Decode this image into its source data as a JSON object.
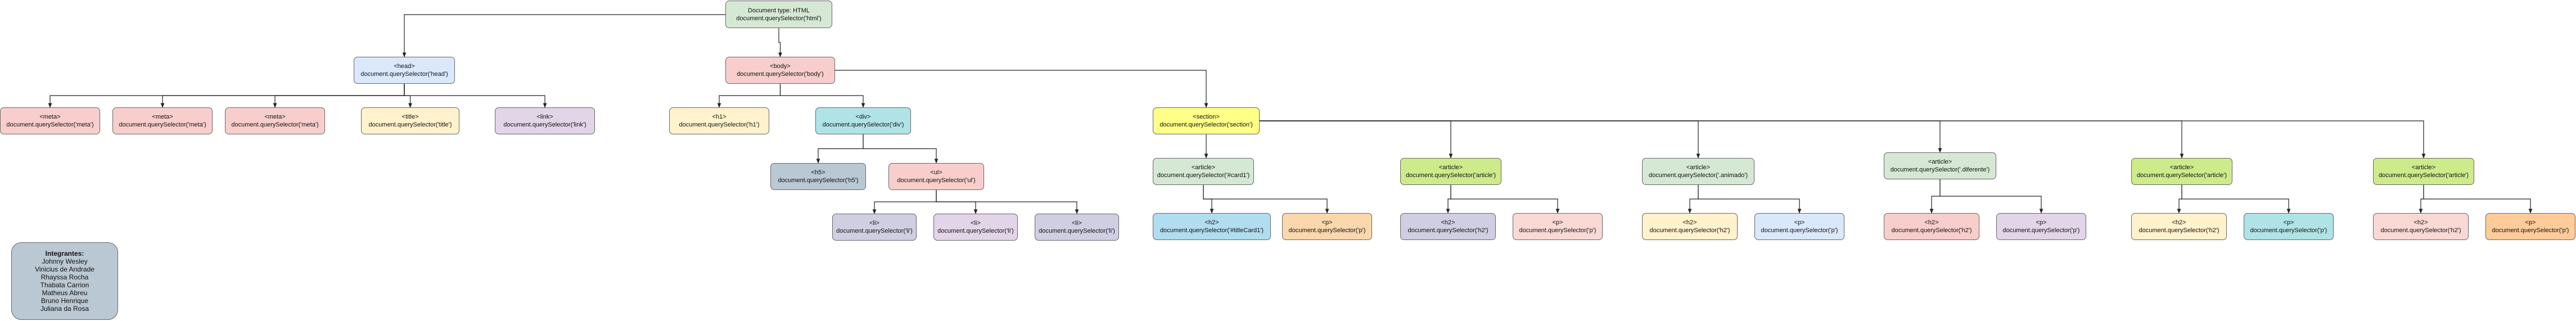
{
  "root": {
    "tag": "Document type: HTML",
    "code": "document.querySelector('html')",
    "color": "#d5e8d4"
  },
  "head": {
    "tag": "<head>",
    "code": "document.querySelector('head')",
    "color": "#dae8fc"
  },
  "body": {
    "tag": "<body>",
    "code": "document.querySelector('body')",
    "color": "#f8cecc"
  },
  "meta1": {
    "tag": "<meta>",
    "code": "document.querySelector('meta')",
    "color": "#f8cecc"
  },
  "meta2": {
    "tag": "<meta>",
    "code": "document.querySelector('meta')",
    "color": "#f8cecc"
  },
  "meta3": {
    "tag": "<meta>",
    "code": "document.querySelector('meta')",
    "color": "#f8cecc"
  },
  "title": {
    "tag": "<title>",
    "code": "document.querySelector('title')",
    "color": "#fff2cc"
  },
  "link": {
    "tag": "<link>",
    "code": "document.querySelector('link')",
    "color": "#e1d5e7"
  },
  "h1": {
    "tag": "<h1>",
    "code": "document.querySelector('h1')",
    "color": "#fff2cc"
  },
  "div": {
    "tag": "<div>",
    "code": "document.querySelector('div')",
    "color": "#b0e3e6"
  },
  "h5": {
    "tag": "<h5>",
    "code": "document.querySelector('h5')",
    "color": "#bac8d3"
  },
  "ul": {
    "tag": "<ul>",
    "code": "document.querySelector('ul')",
    "color": "#f8cecc"
  },
  "li1": {
    "tag": "<li>",
    "code": "document.querySelector('li')",
    "color": "#d0cee2"
  },
  "li2": {
    "tag": "<li>",
    "code": "document.querySelector('li')",
    "color": "#e1d5e7"
  },
  "li3": {
    "tag": "<li>",
    "code": "document.querySelector('li')",
    "color": "#d0cee2"
  },
  "section": {
    "tag": "<section>",
    "code": "document.querySelector('section')",
    "color": "#ffff88"
  },
  "art1": {
    "tag": "<article>",
    "code": "document.querySelector('#card1')",
    "color": "#d5e8d4"
  },
  "art1_h2": {
    "tag": "<h2>",
    "code": "document.querySelector('#titleCard1')",
    "color": "#b1ddf0"
  },
  "art1_p": {
    "tag": "<p>",
    "code": "document.querySelector('p')",
    "color": "#fad7ac"
  },
  "art2": {
    "tag": "<article>",
    "code": "document.querySelector('article')",
    "color": "#cdeb8b"
  },
  "art2_h2": {
    "tag": "<h2>",
    "code": "document.querySelector('h2')",
    "color": "#d0cee2"
  },
  "art2_p": {
    "tag": "<p>",
    "code": "document.querySelector('p')",
    "color": "#fad9d5"
  },
  "art3": {
    "tag": "<article>",
    "code": "document.querySelector('.animado')",
    "color": "#d5e8d4"
  },
  "art3_h2": {
    "tag": "<h2>",
    "code": "document.querySelector('h2')",
    "color": "#fff2cc"
  },
  "art3_p": {
    "tag": "<p>",
    "code": "document.querySelector('p')",
    "color": "#dae8fc"
  },
  "art4": {
    "tag": "<article>",
    "code": "document.querySelector('.diferente')",
    "color": "#d5e8d4"
  },
  "art4_h2": {
    "tag": "<h2>",
    "code": "document.querySelector('h2')",
    "color": "#f8cecc"
  },
  "art4_p": {
    "tag": "<p>",
    "code": "document.querySelector('p')",
    "color": "#e1d5e7"
  },
  "art5": {
    "tag": "<article>",
    "code": "document.querySelector('article')",
    "color": "#cdeb8b"
  },
  "art5_h2": {
    "tag": "<h2>",
    "code": "document.querySelector('h2')",
    "color": "#fff2cc"
  },
  "art5_p": {
    "tag": "<p>",
    "code": "document.querySelector('p')",
    "color": "#b0e3e6"
  },
  "art6": {
    "tag": "<article>",
    "code": "document.querySelector('article')",
    "color": "#cdeb8b"
  },
  "art6_h2": {
    "tag": "<h2>",
    "code": "document.querySelector('h2')",
    "color": "#fad9d5"
  },
  "art6_p": {
    "tag": "<p>",
    "code": "document.querySelector('p')",
    "color": "#ffcc99"
  },
  "team": {
    "title": "Integrantes:",
    "members": [
      "Johnny Wesley",
      "Vinicius de Andrade",
      "Rhayssa Rocha",
      "Thabata Carrion",
      "Matheus Abreu",
      "Bruno Henrique",
      "Juliana da Rosa"
    ],
    "color": "#bac8d3"
  }
}
